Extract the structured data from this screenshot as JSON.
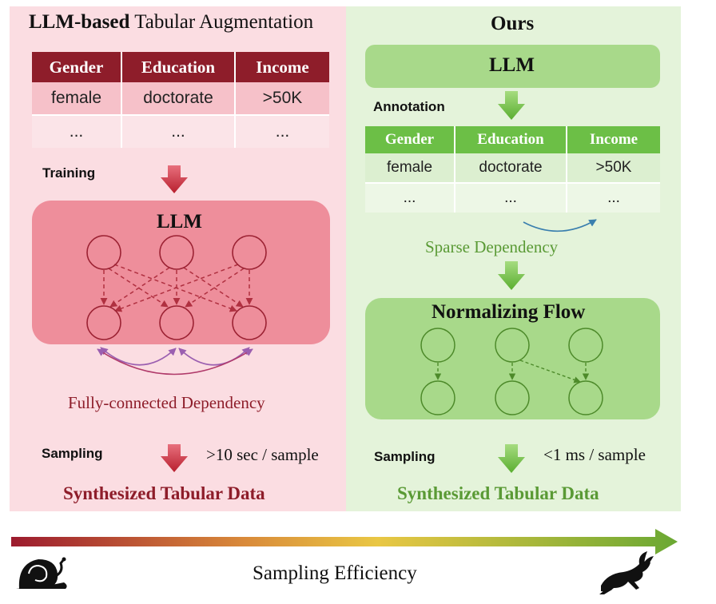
{
  "left": {
    "title_bold": "LLM-based",
    "title_rest": "Tabular Augmentation",
    "table": {
      "headers": [
        "Gender",
        "Education",
        "Income"
      ],
      "rows": [
        [
          "female",
          "doctorate",
          ">50K"
        ],
        [
          "...",
          "...",
          "..."
        ]
      ]
    },
    "training_label": "Training",
    "model_label": "LLM",
    "dependency_label": "Fully-connected Dependency",
    "sampling_label": "Sampling",
    "speed_label": ">10 sec / sample",
    "output_label": "Synthesized Tabular Data"
  },
  "right": {
    "title": "Ours",
    "llm_label": "LLM",
    "annotation_label": "Annotation",
    "table": {
      "headers": [
        "Gender",
        "Education",
        "Income"
      ],
      "rows": [
        [
          "female",
          "doctorate",
          ">50K"
        ],
        [
          "...",
          "...",
          "..."
        ]
      ]
    },
    "dependency_label": "Sparse Dependency",
    "flow_label": "Normalizing Flow",
    "sampling_label": "Sampling",
    "speed_label": "<1 ms / sample",
    "output_label": "Synthesized Tabular Data"
  },
  "bottom": {
    "axis_label": "Sampling Efficiency",
    "slow_icon": "snail-icon",
    "fast_icon": "rabbit-icon"
  },
  "colors": {
    "left_panel": "#fbdde2",
    "left_model_box": "#ee8e9b",
    "left_dark": "#8e1d2a",
    "right_panel": "#e4f3da",
    "right_box": "#a8d98a",
    "right_dark": "#6cbf46",
    "right_text": "#5a9a35"
  }
}
